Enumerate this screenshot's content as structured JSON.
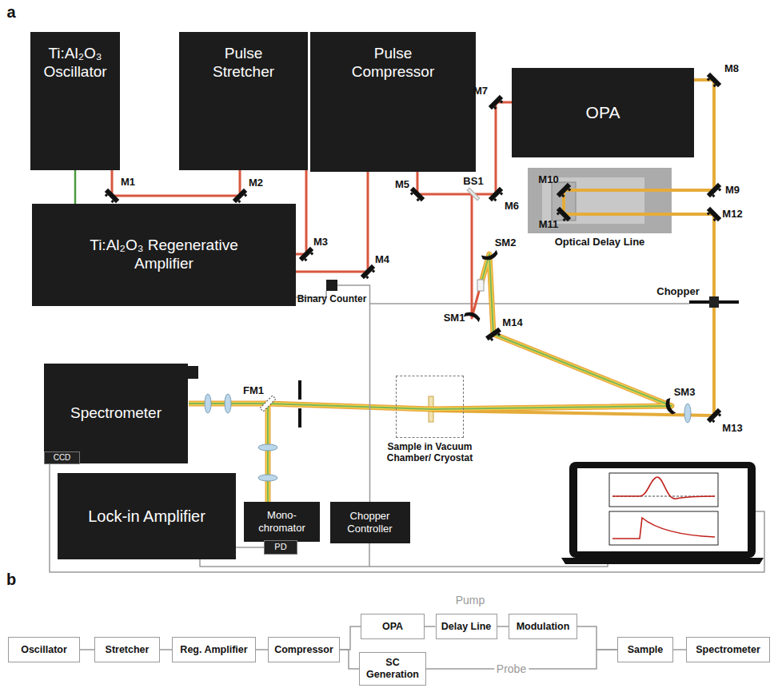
{
  "diagram": {
    "nodes": [
      {
        "text": [
          "Ti:Al₂O₃ Oscillator"
        ]
      },
      {
        "text": [
          "Pulse Stretcher"
        ]
      },
      {
        "text": [
          "Pulse Compressor"
        ]
      },
      {
        "text": [
          "OPA"
        ]
      },
      {
        "text": [
          "Optical Delay Line"
        ]
      },
      {
        "text": [
          "Ti:Al₂O₃ Regenerative Amplifier"
        ]
      },
      {
        "text": [
          "Binary Counter"
        ]
      },
      {
        "text": [
          "Spectrometer"
        ]
      },
      {
        "text": [
          "CCD"
        ],
        "in": 7
      },
      {
        "text": [
          "Sample in Vacuum Chamber/ Cryostat"
        ]
      },
      {
        "text": [
          "Lock-in Amplifier"
        ]
      },
      {
        "text": [
          "Mono- chromator"
        ]
      },
      {
        "text": [
          "PD"
        ]
      },
      {
        "text": [
          "Chopper Controller"
        ]
      },
      {
        "text": [
          "Oscillator"
        ]
      },
      {
        "text": [
          "Stretcher"
        ]
      },
      {
        "text": [
          "Reg. Amplifier"
        ]
      },
      {
        "text": [
          "Compressor"
        ]
      },
      {
        "text": [
          "OPA"
        ]
      },
      {
        "text": [
          "Delay Line"
        ]
      },
      {
        "text": [
          "Modulation"
        ]
      },
      {
        "text": [
          "SC Generation"
        ]
      },
      {
        "text": [
          "Sample"
        ]
      },
      {
        "text": [
          "Spectrometer"
        ]
      }
    ],
    "edges": [
      {
        "from": 0,
        "to": 5,
        "arrow": "none"
      },
      {
        "from": 6,
        "to": 13,
        "arrow": "none"
      },
      {
        "from": 12,
        "to": 10,
        "arrow": "none"
      },
      {
        "from": 14,
        "to": 15,
        "arrow": "none"
      },
      {
        "from": 15,
        "to": 16,
        "arrow": "none"
      },
      {
        "from": 16,
        "to": 17,
        "arrow": "none"
      },
      {
        "from": 17,
        "to": 18,
        "arrow": "none"
      },
      {
        "from": 17,
        "to": 21,
        "arrow": "none"
      },
      {
        "from": 18,
        "to": 19,
        "arrow": "none"
      },
      {
        "from": 19,
        "to": 20,
        "arrow": "none"
      },
      {
        "from": 20,
        "to": 22,
        "arrow": "none"
      },
      {
        "from": 21,
        "to": 22,
        "label": "Probe",
        "arrow": "none"
      },
      {
        "from": 22,
        "to": 23,
        "arrow": "none"
      }
    ],
    "labels": [
      "a",
      "M1",
      "M2",
      "M3",
      "M4",
      "M5",
      "M6",
      "M7",
      "M8",
      "M9",
      "M10",
      "M11",
      "M12",
      "M13",
      "M14",
      "BS1",
      "SM1",
      "SM2",
      "SM3",
      "FM1",
      "Chopper",
      "b",
      "Pump"
    ]
  }
}
